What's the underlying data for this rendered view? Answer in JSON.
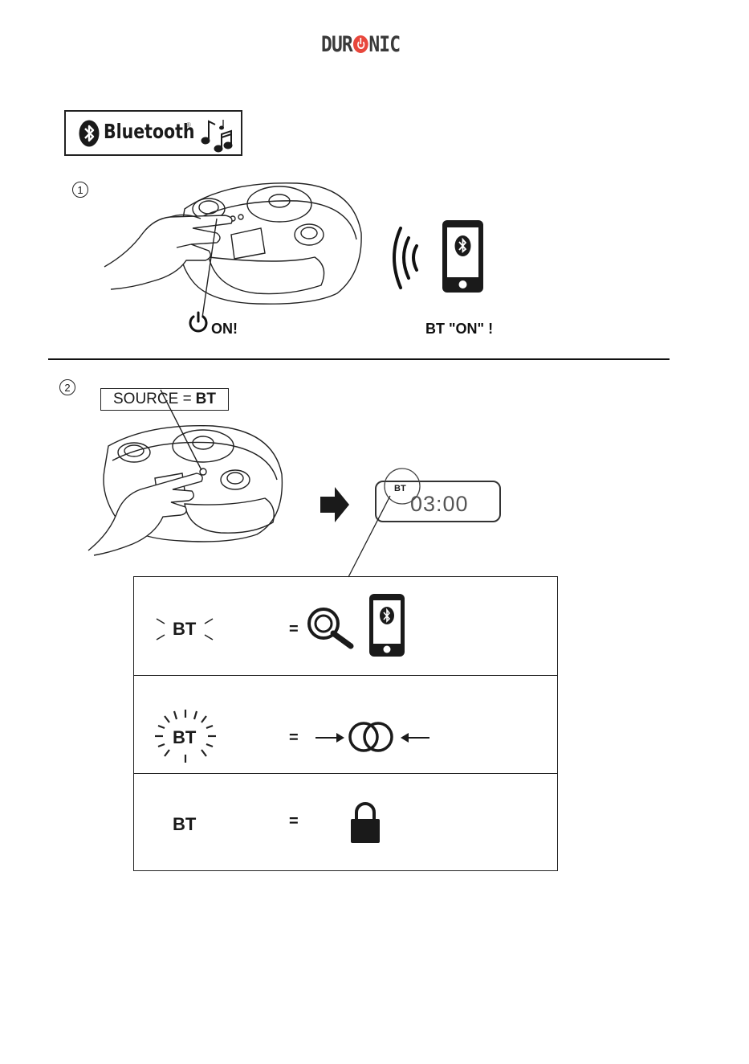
{
  "logo": {
    "left": "DUR",
    "right": "NIC"
  },
  "bluetooth_badge": {
    "word": "Bluetooth",
    "trademark": "®"
  },
  "step1": {
    "number": "1",
    "power_label": "ON!",
    "phone_label": "BT \"ON\" !"
  },
  "step2": {
    "number": "2",
    "source_label": "SOURCE =",
    "source_value": "BT",
    "display": {
      "indicator": "BT",
      "time": "03:00"
    }
  },
  "status_table": {
    "rows": [
      {
        "code": "BT",
        "equals": "=",
        "meaning_icons": [
          "search-icon",
          "phone-bluetooth-icon"
        ]
      },
      {
        "code": "BT",
        "equals": "=",
        "meaning_icons": [
          "arrow-right-icon",
          "pairing-rings-icon",
          "arrow-left-icon"
        ]
      },
      {
        "code": "BT",
        "equals": "=",
        "meaning_icons": [
          "lock-icon"
        ]
      }
    ]
  },
  "colors": {
    "logo_accent": "#e8473c",
    "ink": "#1a1a1a"
  }
}
